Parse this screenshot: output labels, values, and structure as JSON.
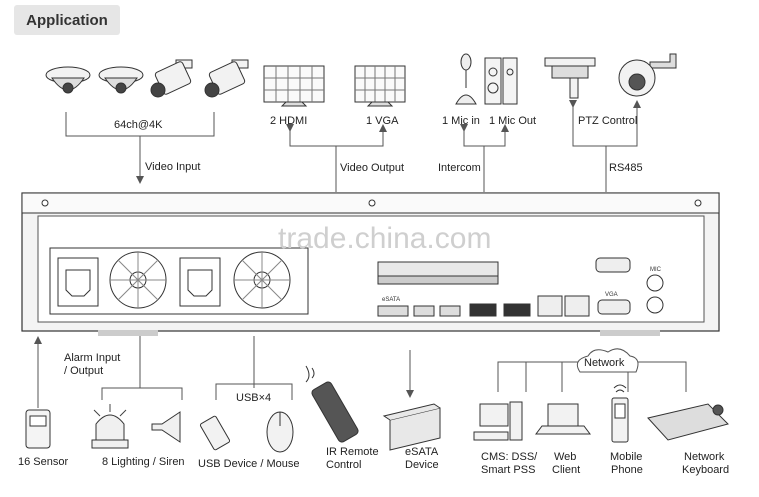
{
  "title": "Application",
  "watermark": "trade.china.com",
  "top": {
    "cameras_label": "64ch@4K",
    "video_input": "Video Input",
    "hdmi": "2 HDMI",
    "vga": "1 VGA",
    "video_output": "Video Output",
    "mic_in": "1 Mic in",
    "mic_out": "1 Mic Out",
    "intercom": "Intercom",
    "ptz_control": "PTZ Control",
    "rs485": "RS485"
  },
  "panel": {
    "esata": "eSATA",
    "vga_port": "VGA",
    "mic": "MIC"
  },
  "bottom": {
    "alarm_io_line1": "Alarm Input",
    "alarm_io_line2": "/ Output",
    "sensor": "16 Sensor",
    "lighting": "8 Lighting / Siren",
    "usb_x4": "USB×4",
    "usb_device": "USB Device / Mouse",
    "ir_remote_line1": "IR Remote",
    "ir_remote_line2": "Control",
    "esata_device_line1": "eSATA",
    "esata_device_line2": "Device",
    "network": "Network",
    "cms_line1": "CMS: DSS/",
    "cms_line2": "Smart PSS",
    "web_line1": "Web",
    "web_line2": "Client",
    "mobile_line1": "Mobile",
    "mobile_line2": "Phone",
    "keyboard_line1": "Network",
    "keyboard_line2": "Keyboard"
  },
  "colors": {
    "line": "#555555",
    "device_stroke": "#333333",
    "panel_fill": "#f4f4f4",
    "tab_bg": "#e6e6e6"
  }
}
